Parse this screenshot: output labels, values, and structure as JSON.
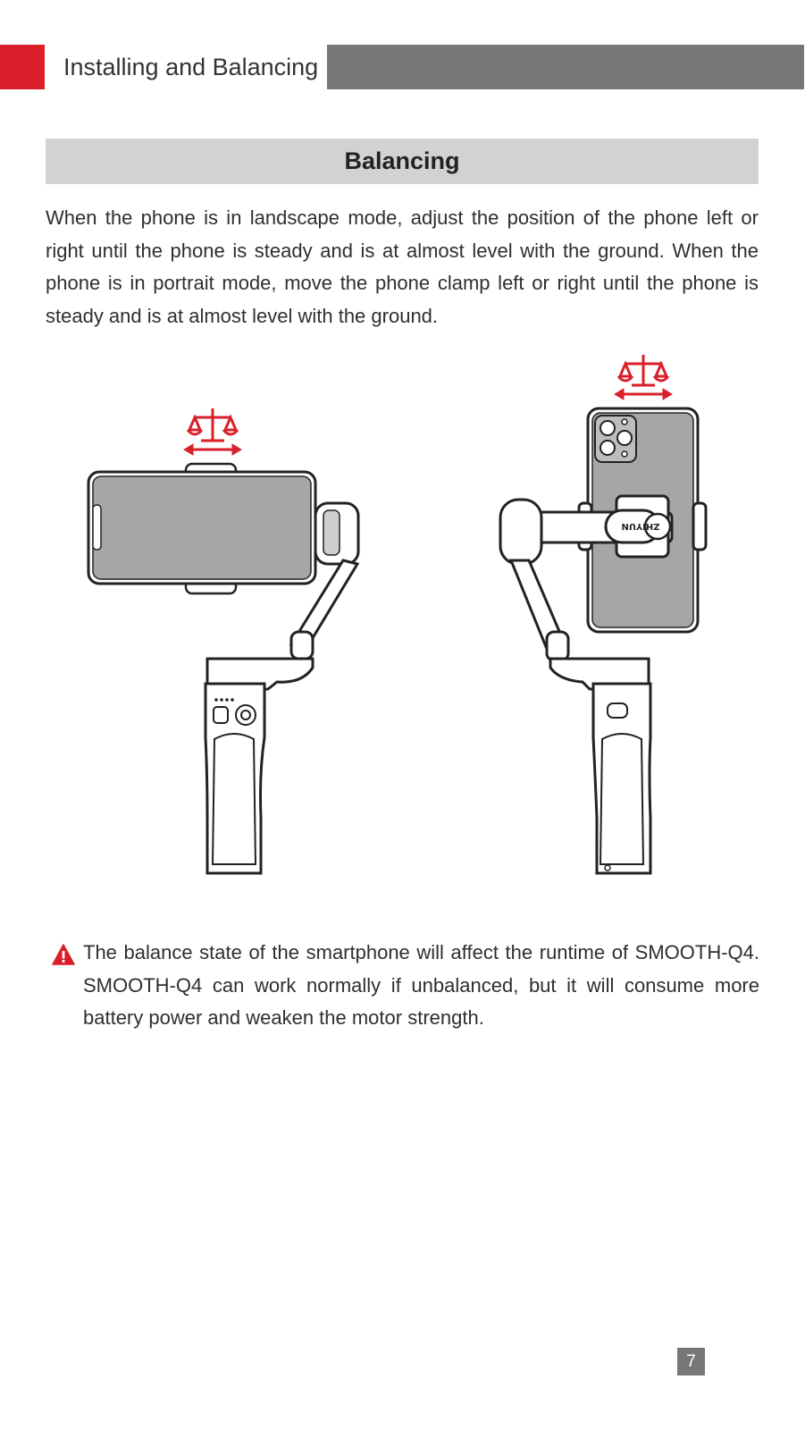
{
  "header": {
    "title": "Installing and Balancing",
    "accent_color": "#d9202a",
    "bar_color": "#777777"
  },
  "section": {
    "title": "Balancing"
  },
  "body": {
    "paragraph": "When the phone is in landscape mode, adjust the position of the phone left or right until the phone is steady and is at almost level with the ground. When the phone is in portrait mode, move the phone clamp left or right until the phone is steady and is at almost level with the ground."
  },
  "figure": {
    "brand_label": "ZHIYUN",
    "balance_icon": "balance-scale-icon",
    "arrow_icon": "left-right-arrow-icon"
  },
  "note": {
    "icon": "warning-triangle-icon",
    "text": "The balance state of the smartphone will affect the runtime of SMOOTH-Q4. SMOOTH-Q4 can work normally if unbalanced, but it will consume more battery power and weaken the motor strength."
  },
  "footer": {
    "page_number": "7"
  }
}
